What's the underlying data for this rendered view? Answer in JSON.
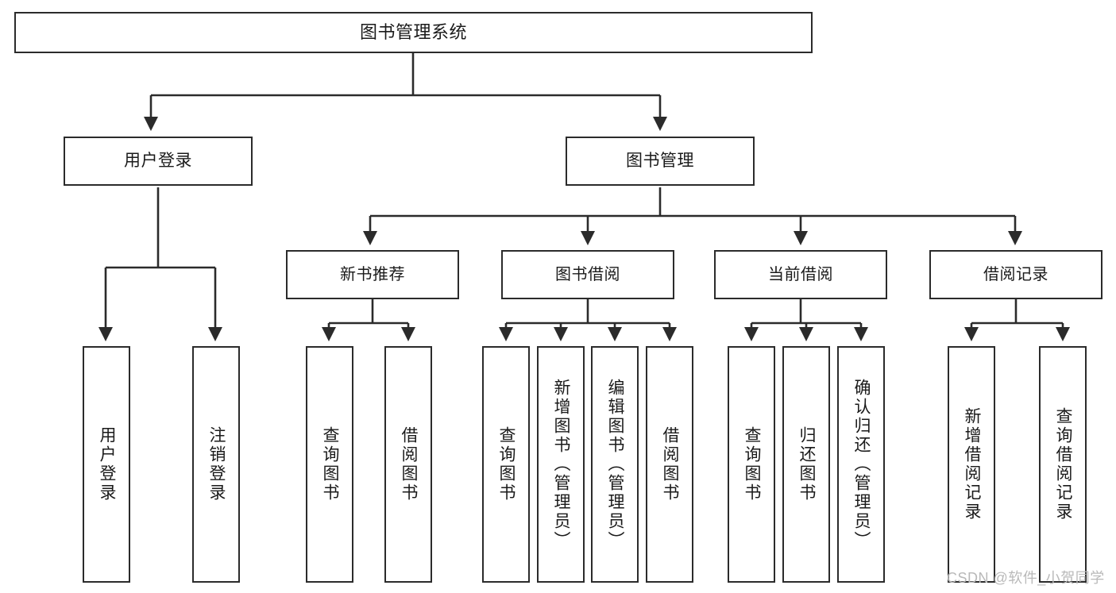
{
  "diagram": {
    "title": "图书管理系统",
    "type": "tree-hierarchy-diagram",
    "orientation": "top-down",
    "colors": {
      "stroke": "#2b2b2b",
      "fill": "#ffffff",
      "text": "#1a1a1a",
      "watermark": "#b9b9b9"
    },
    "root": {
      "label": "图书管理系统"
    },
    "level1": [
      {
        "label": "用户登录"
      },
      {
        "label": "图书管理"
      }
    ],
    "level2": [
      {
        "label": "新书推荐"
      },
      {
        "label": "图书借阅"
      },
      {
        "label": "当前借阅"
      },
      {
        "label": "借阅记录"
      }
    ],
    "leaves": {
      "user_login": [
        {
          "label": "用户登录"
        },
        {
          "label": "注销登录"
        }
      ],
      "new_book_recommend": [
        {
          "label": "查询图书"
        },
        {
          "label": "借阅图书"
        }
      ],
      "book_borrow": [
        {
          "label": "查询图书"
        },
        {
          "label": "新增图书（管理员）"
        },
        {
          "label": "编辑图书（管理员）"
        },
        {
          "label": "借阅图书"
        }
      ],
      "current_borrow": [
        {
          "label": "查询图书"
        },
        {
          "label": "归还图书"
        },
        {
          "label": "确认归还（管理员）"
        }
      ],
      "borrow_record": [
        {
          "label": "新增借阅记录"
        },
        {
          "label": "查询借阅记录"
        }
      ]
    },
    "watermark": "CSDN @软件_小贺同学"
  }
}
